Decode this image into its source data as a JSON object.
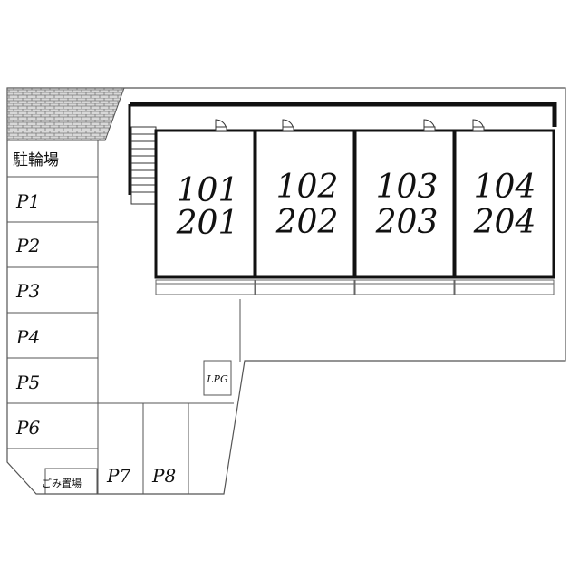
{
  "colors": {
    "line": "#555555",
    "wall": "#111111",
    "brick_fill": "#cfcfcf",
    "background": "#ffffff"
  },
  "building": {
    "units": [
      {
        "lower": "101",
        "upper": "201"
      },
      {
        "lower": "102",
        "upper": "202"
      },
      {
        "lower": "103",
        "upper": "203"
      },
      {
        "lower": "104",
        "upper": "204"
      }
    ]
  },
  "site": {
    "bicycle_parking": "駐輪場",
    "garbage": "ごみ置場",
    "gas": "LPG",
    "parking": [
      "P1",
      "P2",
      "P3",
      "P4",
      "P5",
      "P6",
      "P7",
      "P8"
    ]
  },
  "icons": {
    "door": "door-swing-icon",
    "stairs": "staircase-icon",
    "wall": "brick-wall-icon"
  }
}
